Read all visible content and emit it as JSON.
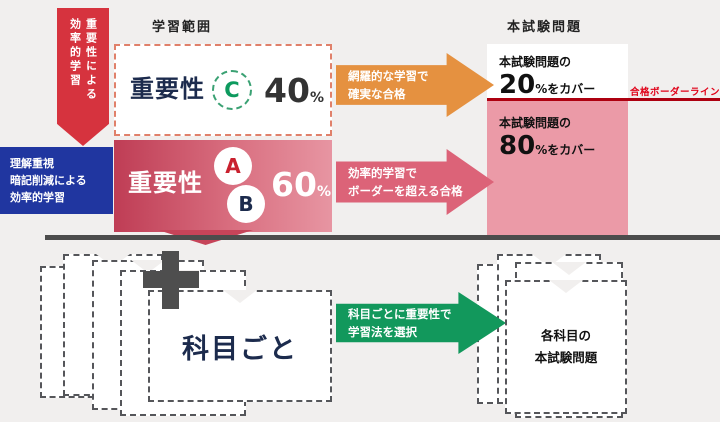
{
  "labels": {
    "scope": "学習範囲",
    "exam": "本試験問題",
    "border": "合格ボーダーライン"
  },
  "ribbon": {
    "line1": "重要性による",
    "line2": "効率的学習"
  },
  "importance_c": {
    "title": "重要性",
    "grade": "C",
    "num": "40",
    "pct": "%"
  },
  "importance_ab": {
    "title": "重要性",
    "grade_a": "A",
    "grade_b": "B",
    "num": "60",
    "pct": "%"
  },
  "blue_box": {
    "line1": "理解重視",
    "line2": "暗記削減による",
    "line3": "効率的学習"
  },
  "arrow_orange": {
    "line1": "網羅的な学習で",
    "line2": "確実な合格"
  },
  "arrow_pink": {
    "line1": "効率的学習で",
    "line2": "ボーダーを超える合格"
  },
  "arrow_green": {
    "line1": "科目ごとに重要性で",
    "line2": "学習法を選択"
  },
  "cover20": {
    "line1": "本試験問題の",
    "num": "20",
    "rest": "%をカバー"
  },
  "cover80": {
    "line1": "本試験問題の",
    "num": "80",
    "rest": "%をカバー"
  },
  "bottom": {
    "subject": "科目ごと",
    "right_line1": "各科目の",
    "right_line2": "本試験問題"
  },
  "colors": {
    "ribbon_red": "#d6333e",
    "orange_arrow": "#e59140",
    "pink_arrow": "#dc6378",
    "pink_panel": "#eb9aa7",
    "gradient_red": "#bf3d55",
    "blue_box": "#2036a0",
    "green_arrow": "#12985c",
    "border_line": "#ad0010",
    "navy_text": "#1c2b4d",
    "divider": "#4c4c4c",
    "background": "#f1efee"
  }
}
